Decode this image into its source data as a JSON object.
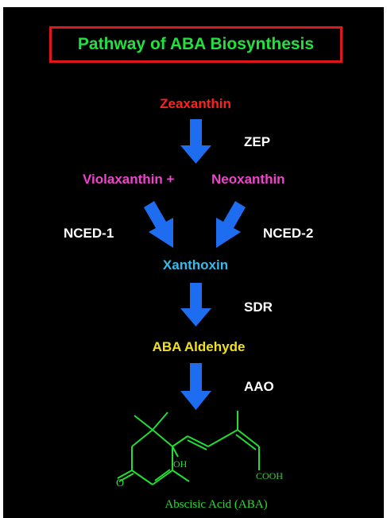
{
  "title": "Pathway of ABA Biosynthesis",
  "colors": {
    "title": "#22e040",
    "title_border": "#e0161a",
    "zeaxanthin": "#ff2020",
    "violaxanthin": "#ee44cc",
    "xanthoxin": "#33bbee",
    "aldehyde": "#f0e020",
    "enzyme": "#ffffff",
    "arrow": "#1e6cf0",
    "structure": "#22dd33"
  },
  "compounds": {
    "zeaxanthin": "Zeaxanthin",
    "violaxanthin": "Violaxanthin +",
    "neoxanthin": "Neoxanthin",
    "xanthoxin": "Xanthoxin",
    "aba_aldehyde": "ABA Aldehyde"
  },
  "enzymes": {
    "zep": "ZEP",
    "nced1": "NCED-1",
    "nced2": "NCED-2",
    "sdr": "SDR",
    "aao": "AAO"
  },
  "structure": {
    "oh": "OH",
    "cooh": "COOH",
    "ketone_o": "O",
    "caption": "Abscisic Acid (ABA)"
  }
}
